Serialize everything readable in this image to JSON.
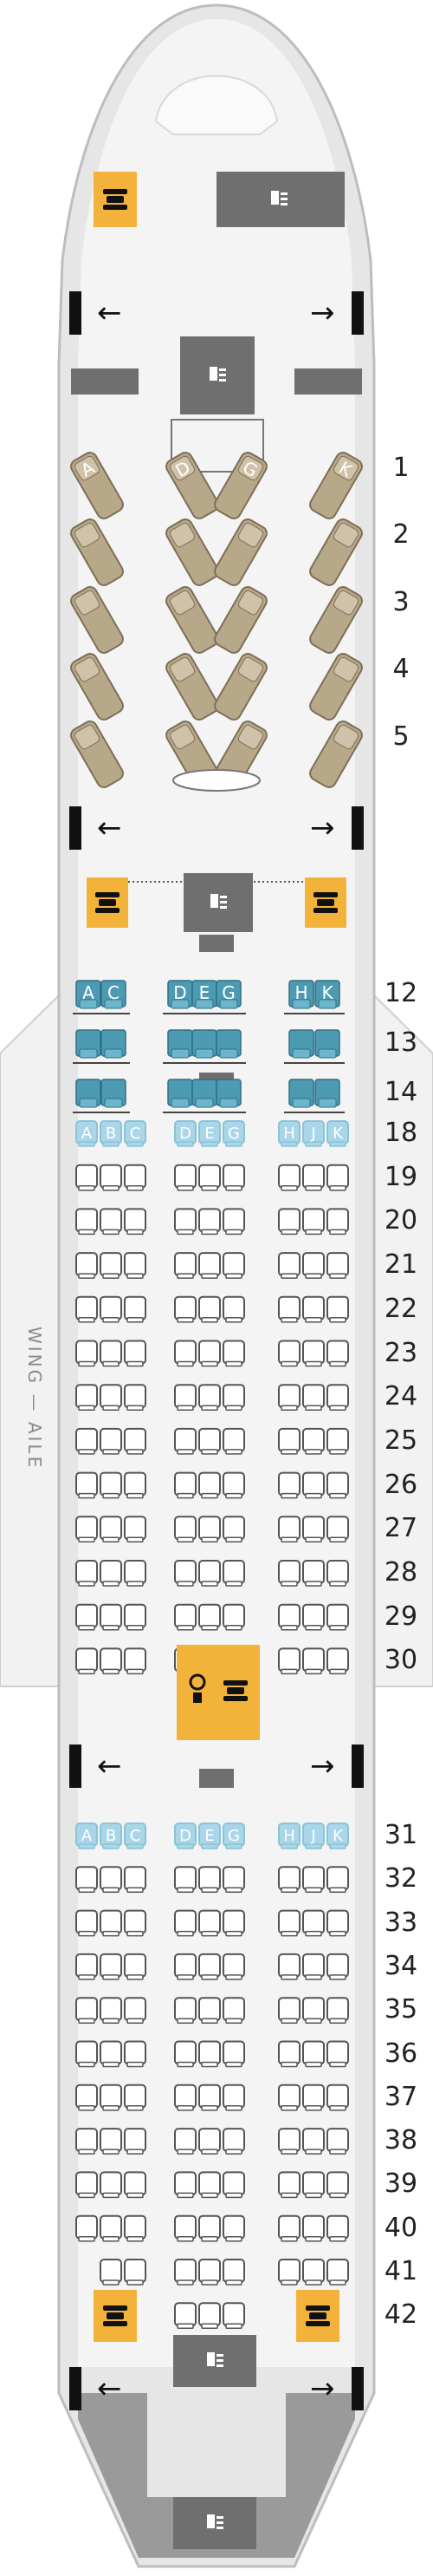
{
  "colors": {
    "fuselage_fill": "#e6e6e6",
    "fuselage_outline": "#bdbdbd",
    "cabin_floor": "#f2f2f2",
    "business_seat": "#b8a88a",
    "premium_seat": "#4d9ab3",
    "premium_letters": "#2e7f98",
    "economy_header_seat": "#a9d6e8",
    "economy_seat_outline": "#555555",
    "lavatory": "#f3b33a",
    "galley": "#6f6f6f",
    "exit_door": "#111111"
  },
  "wing": {
    "label": "WING — AILE"
  },
  "cabins": {
    "business": {
      "letters": [
        "A",
        "D",
        "G",
        "K"
      ],
      "rows": [
        "1",
        "2",
        "3",
        "4",
        "5"
      ]
    },
    "premium": {
      "letters": [
        "A",
        "C",
        "D",
        "E",
        "G",
        "H",
        "K"
      ],
      "rows": [
        "12",
        "13",
        "14"
      ]
    },
    "economy_front": {
      "letters": [
        "A",
        "B",
        "C",
        "D",
        "E",
        "G",
        "H",
        "J",
        "K"
      ],
      "rows": [
        "18",
        "19",
        "20",
        "21",
        "22",
        "23",
        "24",
        "25",
        "26",
        "27",
        "28",
        "29",
        "30"
      ]
    },
    "economy_rear": {
      "letters": [
        "A",
        "B",
        "C",
        "D",
        "E",
        "G",
        "H",
        "J",
        "K"
      ],
      "rows": [
        "31",
        "32",
        "33",
        "34",
        "35",
        "36",
        "37",
        "38",
        "39",
        "40",
        "41",
        "42"
      ]
    }
  },
  "exits": {
    "left_arrow": "←",
    "right_arrow": "→"
  },
  "icons": {
    "galley": "galley-icon",
    "lavatory": "lavatory-icon",
    "bassinet": "bassinet-icon",
    "exit": "exit-door-icon"
  }
}
